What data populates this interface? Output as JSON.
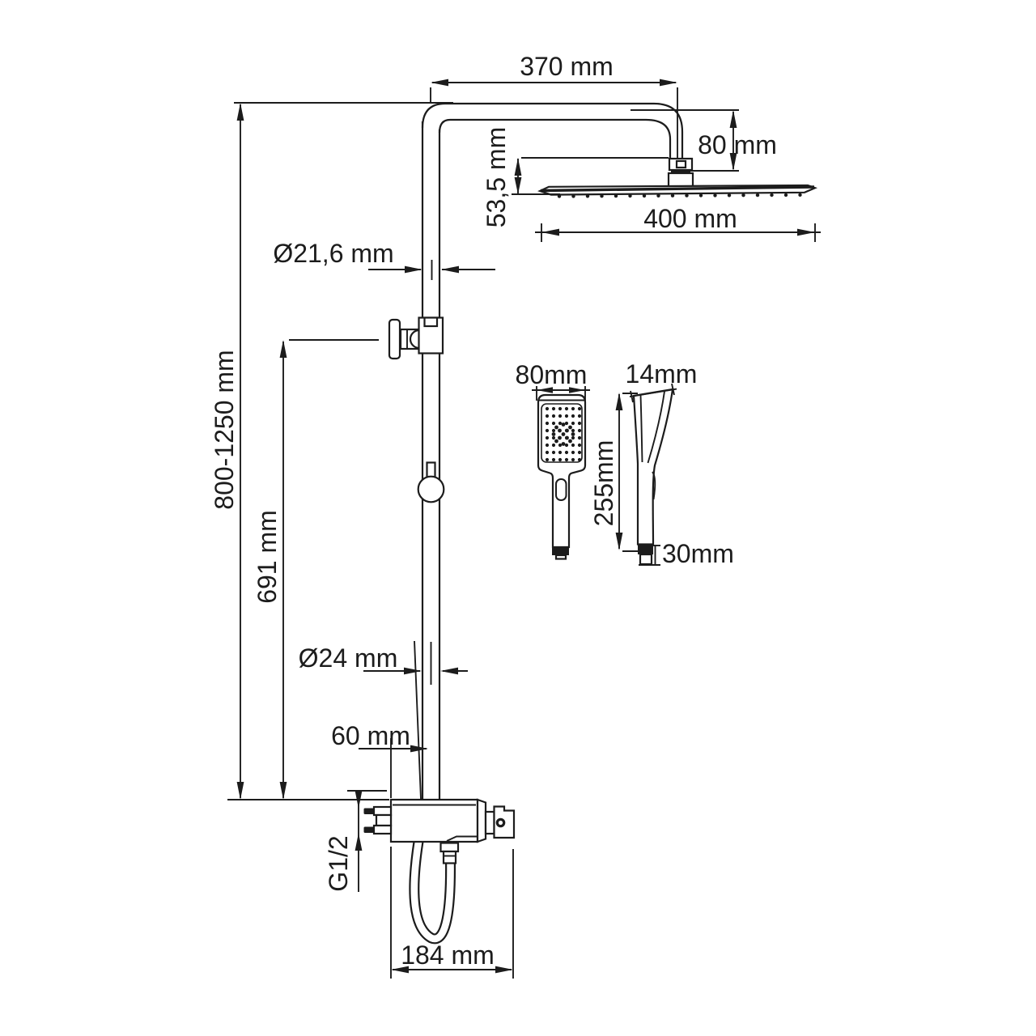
{
  "page": {
    "background": "#ffffff"
  },
  "diagram": {
    "line_color": "#1c1c1c",
    "labels": {
      "arm_length": "370 mm",
      "head_drop": "80 mm",
      "head_connector": "53,5 mm",
      "head_width": "400 mm",
      "upper_pipe_diameter": "Ø21,6 mm",
      "column_height": "800-1250 mm",
      "bracket_height": "691 mm",
      "handshower_width": "80mm",
      "handshower_depth": "14mm",
      "handshower_length": "255mm",
      "handshower_cone": "30mm",
      "lower_pipe_diameter": "Ø24 mm",
      "mixer_offset": "60 mm",
      "inlet_thread": "G1/2",
      "mixer_width": "184 mm"
    }
  }
}
